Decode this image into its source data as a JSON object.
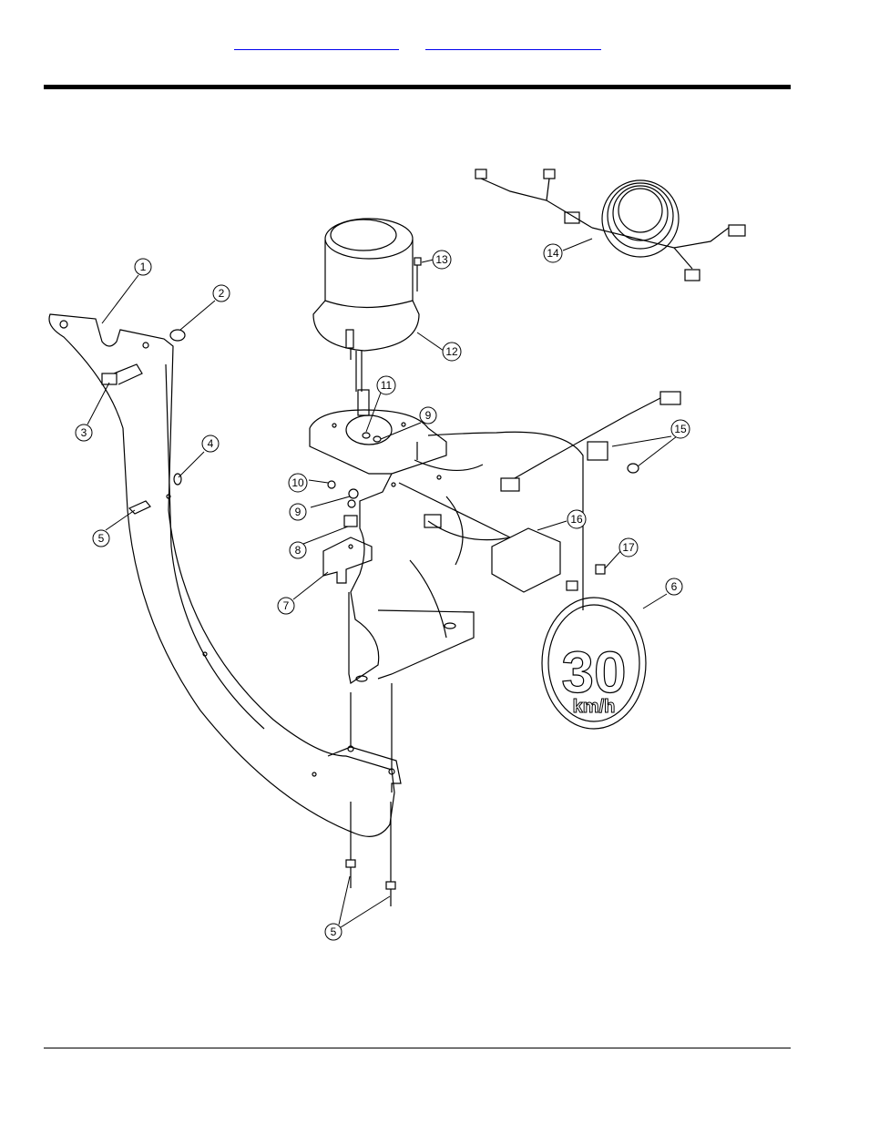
{
  "header": {
    "links": [
      "",
      ""
    ]
  },
  "callouts": [
    "1",
    "2",
    "3",
    "4",
    "5",
    "6",
    "7",
    "8",
    "9",
    "10",
    "11",
    "12",
    "13",
    "14",
    "15",
    "16",
    "17"
  ],
  "sign": {
    "speed": "30",
    "unit": "km/h"
  }
}
